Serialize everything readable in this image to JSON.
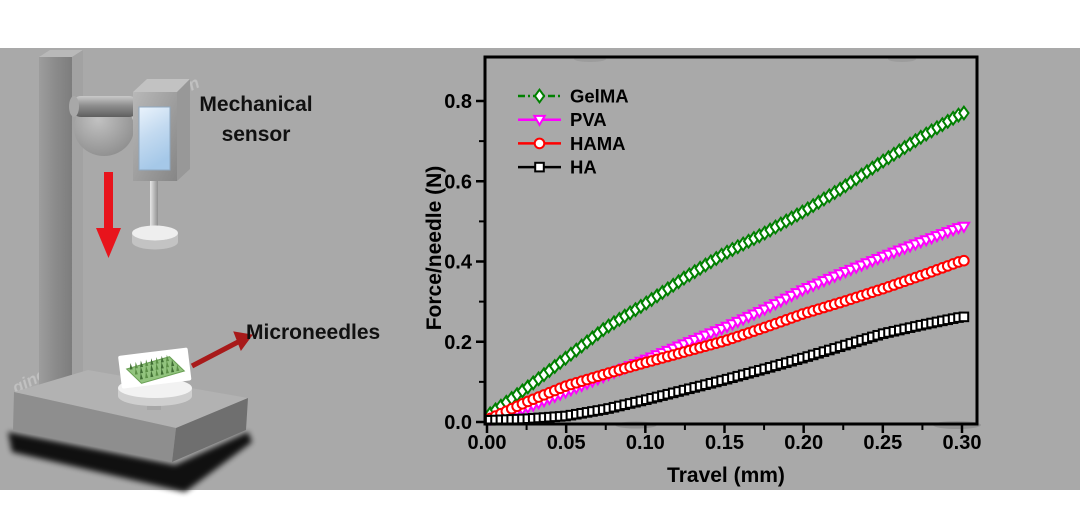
{
  "panel": {
    "background": "#a9a9a9"
  },
  "diagram": {
    "sensor_label_line1": "Mechanical",
    "sensor_label_line2": "sensor",
    "microneedles_label": "Microneedles",
    "down_arrow_color": "#e8141c",
    "pointer_arrow_color": "#a81a1a",
    "watermark_fragments": [
      "ngineerin",
      "gineerin"
    ]
  },
  "chart_data": {
    "type": "scatter",
    "title": "",
    "xlabel": "Travel (mm)",
    "ylabel": "Force/needle (N)",
    "xlim": [
      0,
      0.31
    ],
    "ylim": [
      0,
      0.91
    ],
    "grid": false,
    "legend_position": "top-left",
    "x_tick_labels": [
      "0.00",
      "0.05",
      "0.10",
      "0.15",
      "0.20",
      "0.25",
      "0.30"
    ],
    "y_tick_labels": [
      "0.0",
      "0.2",
      "0.4",
      "0.6",
      "0.8"
    ],
    "x_anchors": [
      0,
      0.025,
      0.05,
      0.075,
      0.1,
      0.125,
      0.15,
      0.175,
      0.2,
      0.225,
      0.25,
      0.275,
      0.3
    ],
    "marker_interval_mm": 0.0034,
    "series": [
      {
        "name": "GelMA",
        "color": "#008000",
        "marker": "diamond",
        "line_style": "dashed",
        "values": [
          0.015,
          0.085,
          0.16,
          0.235,
          0.295,
          0.36,
          0.42,
          0.47,
          0.525,
          0.585,
          0.65,
          0.712,
          0.77
        ]
      },
      {
        "name": "PVA",
        "color": "#ff00ff",
        "marker": "triangle-down",
        "line_style": "solid",
        "values": [
          0.005,
          0.035,
          0.075,
          0.115,
          0.155,
          0.195,
          0.235,
          0.28,
          0.33,
          0.372,
          0.412,
          0.45,
          0.487
        ]
      },
      {
        "name": "HAMA",
        "color": "#ff0000",
        "marker": "circle",
        "line_style": "solid",
        "values": [
          0.005,
          0.05,
          0.09,
          0.12,
          0.148,
          0.175,
          0.202,
          0.235,
          0.27,
          0.3,
          0.332,
          0.366,
          0.402
        ]
      },
      {
        "name": "HA",
        "color": "#000000",
        "marker": "square",
        "line_style": "solid",
        "values": [
          0.004,
          0.008,
          0.015,
          0.032,
          0.055,
          0.08,
          0.105,
          0.132,
          0.16,
          0.19,
          0.22,
          0.242,
          0.262
        ]
      }
    ]
  }
}
